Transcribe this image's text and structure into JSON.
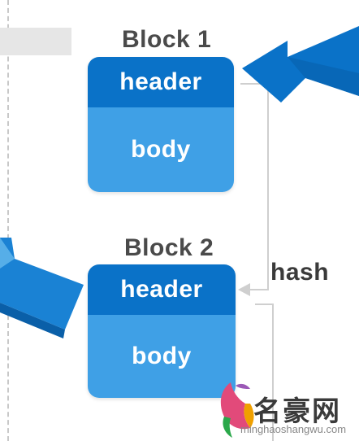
{
  "blocks": [
    {
      "title": "Block 1",
      "header": "header",
      "body": "body"
    },
    {
      "title": "Block 2",
      "header": "header",
      "body": "body"
    }
  ],
  "hash_label": "hash",
  "watermark": {
    "name": "名豪网",
    "url": "minghaoshangwu.com",
    "icon": "flower-face-logo-icon"
  },
  "colors": {
    "header": "#0a72c8",
    "body": "#3fa0e6",
    "arrow": "#0a72c8",
    "connector": "#cfcfcf"
  }
}
